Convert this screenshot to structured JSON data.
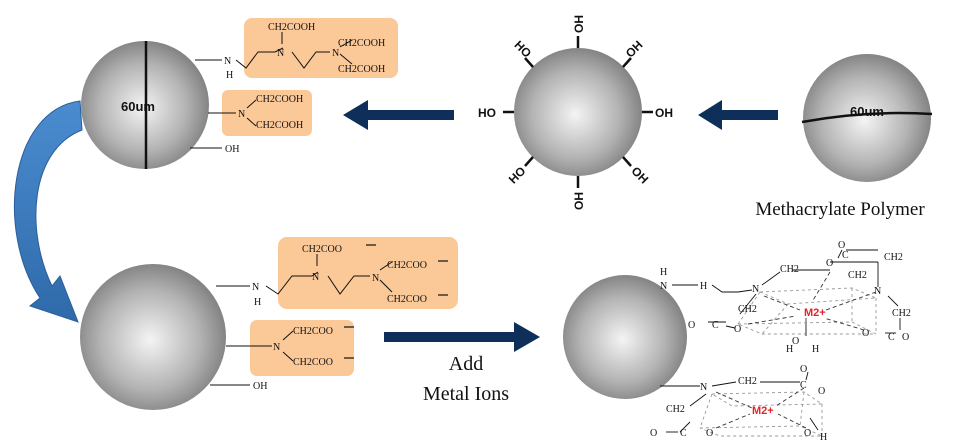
{
  "colors": {
    "arrow_navy": "#0d2f5a",
    "curved_arrow": "#3d7fc0",
    "ligand_box": "#fbc898",
    "metal_label": "#e0242c"
  },
  "labels": {
    "polymer": "Methacrylate Polymer",
    "bead_size": "60um",
    "bead_size_left": "60um",
    "add_line1": "Add",
    "add_line2": "Metal Ions"
  },
  "hydroxyl": {
    "oh": "OH",
    "ho": "HO"
  },
  "chem": {
    "ch2cooh": "CH2COOH",
    "ch2coo_minus": "CH2COO",
    "n": "N",
    "h": "H",
    "oh": "OH",
    "o": "O",
    "c": "C",
    "ch2": "CH2",
    "m2plus": "M2+"
  }
}
